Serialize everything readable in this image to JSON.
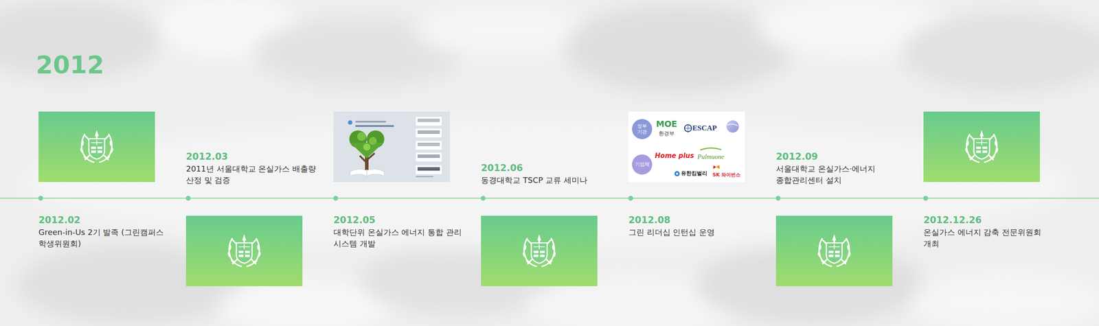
{
  "diagram": {
    "title": "2012",
    "nodes": [
      {
        "text": [
          "2012.02",
          "Green-in-Us 2기 발족 (그린캠퍼스 학생위원회)"
        ]
      },
      {
        "text": [
          "2012.03",
          "2011년 서울대학교 온실가스 배출량 산정 및 검증"
        ]
      },
      {
        "text": [
          "2012.05",
          "대학단위 온실가스 에너지 통합 관리 시스템 개발"
        ]
      },
      {
        "text": [
          "2012.06",
          "동경대학교 TSCP 교류 세미나"
        ]
      },
      {
        "text": [
          "2012.08",
          "그린 리더십 인턴십 운영"
        ]
      },
      {
        "text": [
          "2012.09",
          "서울대학교 온실가스·에너지 종합관리센터 설치"
        ]
      },
      {
        "text": [
          "2012.12.26",
          "온실가스 에너지 감축 전문위원회 개최"
        ]
      },
      {
        "text": [
          "정부 기관"
        ]
      },
      {
        "text": [
          "기업체"
        ]
      }
    ],
    "labels": [
      "MOE",
      "환경부",
      "ESCAP",
      "Home plus",
      "Pulmuone",
      "유한킴벌리",
      "SK 와이번스"
    ]
  }
}
